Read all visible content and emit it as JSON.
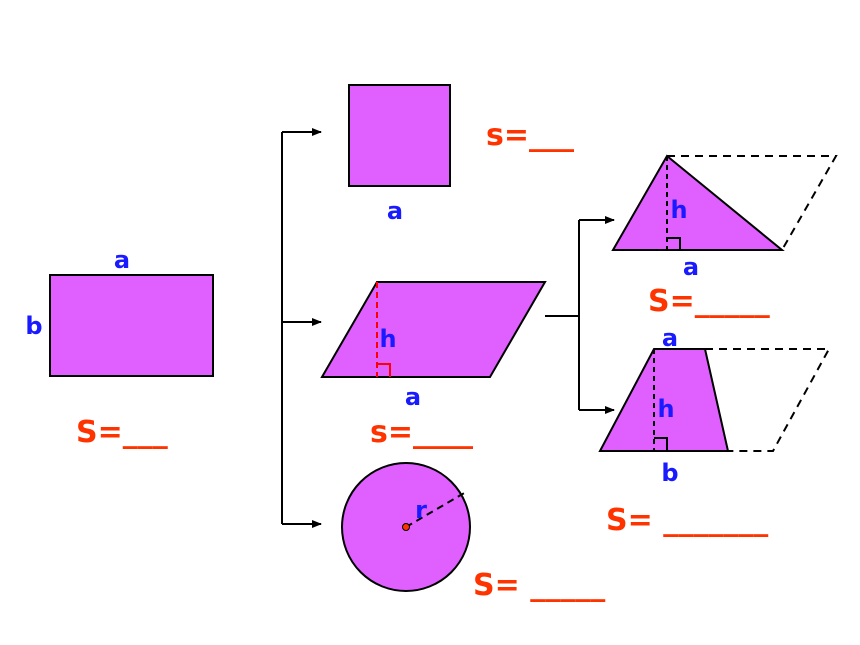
{
  "colors": {
    "shape_fill": "#e060ff",
    "variable_text": "#1a1aff",
    "formula_text": "#ff3300",
    "height_line_parallelogram": "#ff0000",
    "circle_center": "#ff3300"
  },
  "rectangle": {
    "width_label": "a",
    "height_label": "b",
    "formula": "S=___"
  },
  "square": {
    "side_label": "a",
    "formula": "s=___"
  },
  "parallelogram": {
    "base_label": "a",
    "height_label": "h",
    "formula": "s=____"
  },
  "circle": {
    "radius_label": "r",
    "formula": "S= _____"
  },
  "triangle": {
    "base_label": "a",
    "height_label": "h",
    "formula": "S=_____"
  },
  "trapezoid": {
    "top_label": "a",
    "bottom_label": "b",
    "height_label": "h",
    "formula": "S= _______"
  }
}
